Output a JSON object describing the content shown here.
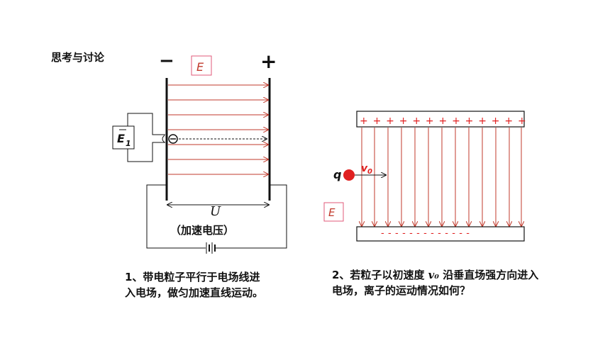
{
  "title": "思考与讨论",
  "left_diagram": {
    "minus_sign": "−",
    "plus_sign": "+",
    "field_label": "E",
    "source_label": "E",
    "source_subscript": "1",
    "voltage_label": "U",
    "accel_label": "（加速电压）",
    "caption_line1": "1、带电粒子平行于电场线进",
    "caption_line2": "入电场，做匀加速直线运动。"
  },
  "right_diagram": {
    "plus_row": "+ + + + + + + + + + + + +",
    "minus_row": "- - - - - - - - - - - - -",
    "charge_label": "q",
    "velocity_label": "v",
    "velocity_subscript": "0",
    "field_label": "E",
    "caption_part1": "2、若粒子以初速度 ",
    "caption_v0": "v₀",
    "caption_part2": " 沿垂直场强方向进入电场，离子的运动情况如何？"
  },
  "colors": {
    "field_line": "#c0392b",
    "charge": "#e02020",
    "label_box": "#e05a7a",
    "plate": "#111111"
  }
}
